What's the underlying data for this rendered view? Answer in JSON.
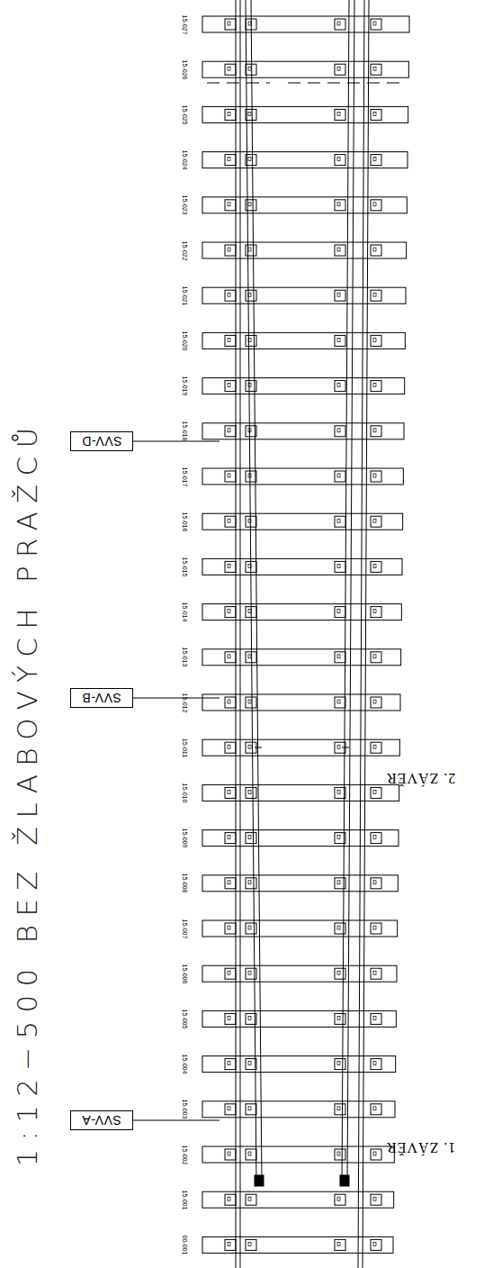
{
  "diagram": {
    "title": "1:12−500 BEZ ŽLABOVÝCH PRAŽCŮ",
    "nodes": [
      {
        "text": [
          "SVV-D"
        ]
      },
      {
        "text": [
          "SVV-B"
        ]
      },
      {
        "text": [
          "SVV-A"
        ]
      }
    ],
    "labels": [
      "15-027",
      "15-026",
      "15-025",
      "15-024",
      "15-023",
      "15-022",
      "15-021",
      "15-020",
      "15-019",
      "15-018",
      "15-017",
      "15-016",
      "15-015",
      "15-014",
      "15-013",
      "15-012",
      "15-011",
      "15-010",
      "15-009",
      "15-008",
      "15-007",
      "15-006",
      "15-005",
      "15-004",
      "15-003",
      "15-002",
      "15-001",
      "00-001",
      "2. ZÁVĚR",
      "1. ZÁVĚR"
    ]
  }
}
